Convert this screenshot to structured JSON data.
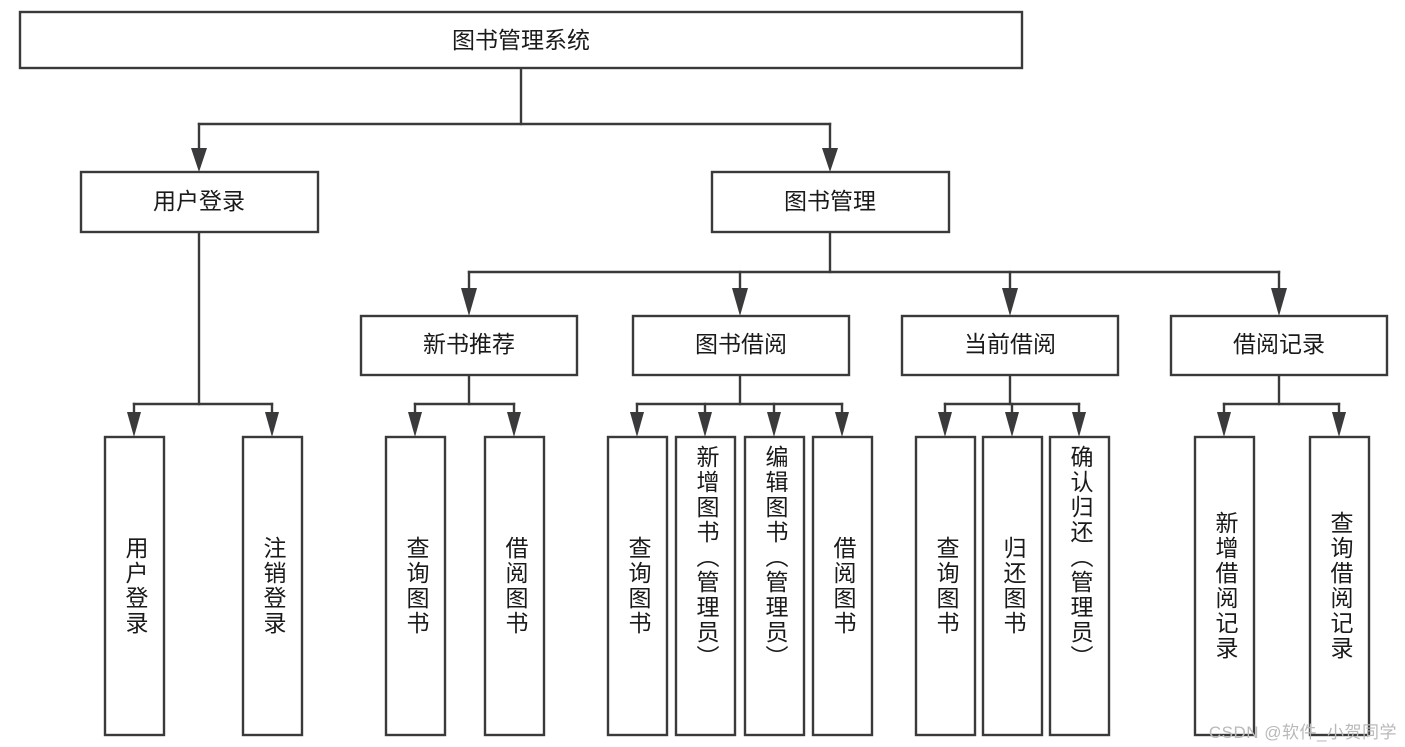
{
  "diagram": {
    "type": "tree",
    "title": "图书管理系统",
    "orientation": "top-down",
    "colors": {
      "background": "#ffffff",
      "box_fill": "#ffffff",
      "box_stroke": "#3a3a3c",
      "connector": "#3a3a3c",
      "text": "#1a1a1a",
      "watermark": "#b9b9bb"
    },
    "root": {
      "label": "图书管理系统"
    },
    "level1": [
      {
        "label": "用户登录"
      },
      {
        "label": "图书管理"
      }
    ],
    "level2": [
      {
        "label": "新书推荐",
        "parent": "图书管理"
      },
      {
        "label": "图书借阅",
        "parent": "图书管理"
      },
      {
        "label": "当前借阅",
        "parent": "图书管理"
      },
      {
        "label": "借阅记录",
        "parent": "图书管理"
      }
    ],
    "leaves": {
      "用户登录": [
        {
          "label": "用户登录"
        },
        {
          "label": "注销登录"
        }
      ],
      "新书推荐": [
        {
          "label": "查询图书"
        },
        {
          "label": "借阅图书"
        }
      ],
      "图书借阅": [
        {
          "label": "查询图书"
        },
        {
          "label": "新增图书（管理员）"
        },
        {
          "label": "编辑图书（管理员）"
        },
        {
          "label": "借阅图书"
        }
      ],
      "当前借阅": [
        {
          "label": "查询图书"
        },
        {
          "label": "归还图书"
        },
        {
          "label": "确认归还（管理员）"
        }
      ],
      "借阅记录": [
        {
          "label": "新增借阅记录"
        },
        {
          "label": "查询借阅记录"
        }
      ]
    }
  },
  "watermark": {
    "text": "CSDN @软件_小贺同学"
  }
}
